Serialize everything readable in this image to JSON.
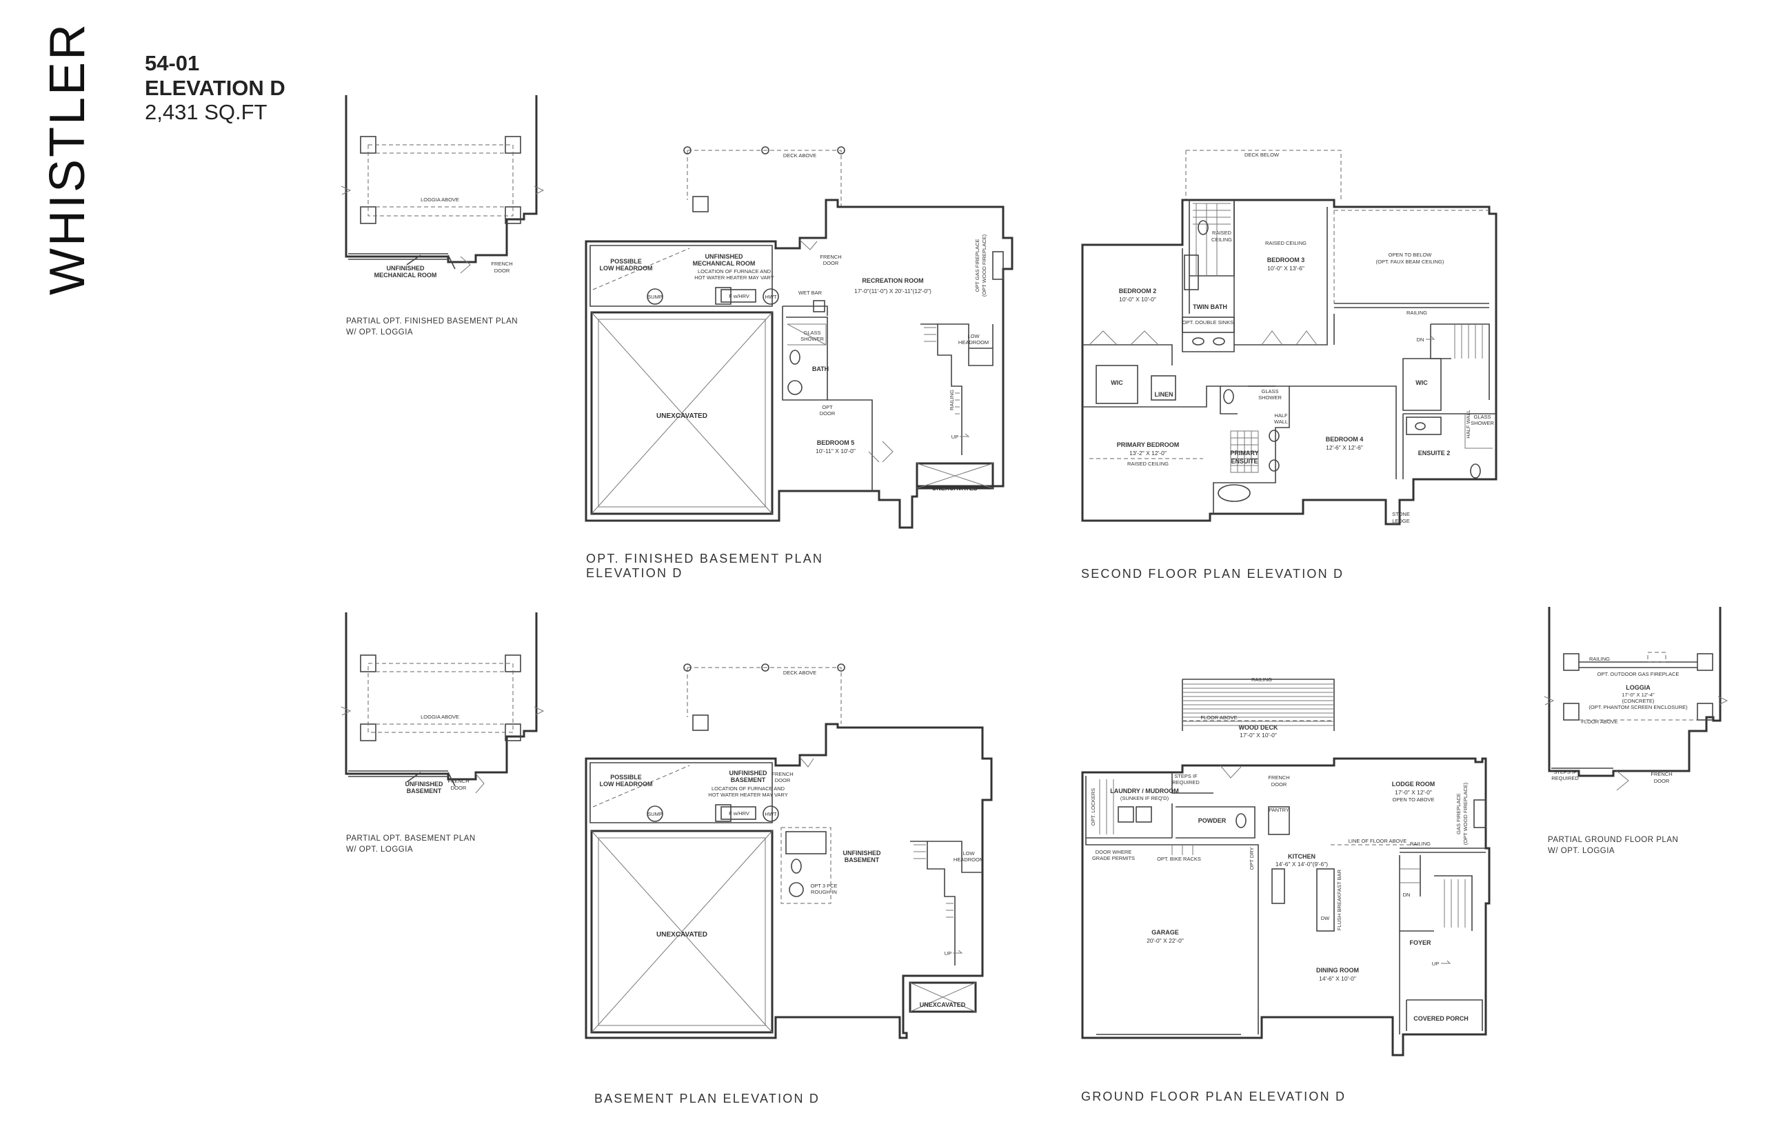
{
  "header": {
    "brand": "WHISTLER",
    "model_code": "54-01",
    "elevation": "ELEVATION D",
    "area": "2,431 SQ.FT"
  },
  "captions": {
    "opt_finished_basement_line1": "OPT. FINISHED BASEMENT PLAN",
    "opt_finished_basement_line2": "ELEVATION D",
    "second_floor": "SECOND FLOOR PLAN ELEVATION D",
    "basement": "BASEMENT PLAN ELEVATION D",
    "ground_floor": "GROUND FLOOR PLAN ELEVATION D",
    "partial_opt_finished_line1": "PARTIAL OPT. FINISHED BASEMENT PLAN",
    "partial_opt_finished_line2": "W/ OPT. LOGGIA",
    "partial_opt_basement_line1": "PARTIAL OPT. BASEMENT PLAN",
    "partial_opt_basement_line2": "W/ OPT. LOGGIA",
    "partial_ground_line1": "PARTIAL GROUND FLOOR PLAN",
    "partial_ground_line2": "W/ OPT. LOGGIA"
  },
  "partial_finished": {
    "loggia_above": "LOGGIA ABOVE",
    "mech_line1": "UNFINISHED",
    "mech_line2": "MECHANICAL ROOM",
    "french_door_1": "FRENCH",
    "french_door_2": "DOOR"
  },
  "partial_basement": {
    "loggia_above": "LOGGIA ABOVE",
    "unfinished_line1": "UNFINISHED",
    "unfinished_line2": "BASEMENT",
    "french_door_1": "FRENCH",
    "french_door_2": "DOOR"
  },
  "partial_ground": {
    "railing": "RAILING",
    "fireplace": "OPT. OUTDOOR GAS FIREPLACE",
    "loggia": "LOGGIA",
    "loggia_dim": "17'-0\" X 12'-4\"",
    "loggia_mat": "(CONCRETE)",
    "loggia_opt": "(OPT. PHANTOM SCREEN ENCLOSURE)",
    "floor_above": "FLOOR ABOVE",
    "steps_1": "STEPS IF",
    "steps_2": "REQUIRED",
    "french_door_1": "FRENCH",
    "french_door_2": "DOOR"
  },
  "opt_finished_basement": {
    "deck_above": "DECK ABOVE",
    "low_headroom_1": "POSSIBLE",
    "low_headroom_2": "LOW HEADROOM",
    "mech_1": "UNFINISHED",
    "mech_2": "MECHANICAL ROOM",
    "mech_note_1": "LOCATION OF FURNACE AND",
    "mech_note_2": "HOT WATER HEATER MAY VARY",
    "sump": "SUMP",
    "hrv": "F w/HRV",
    "hwt": "HWT",
    "french_door_1": "FRENCH",
    "french_door_2": "DOOR",
    "rec_room": "RECREATION ROOM",
    "rec_dim": "17'-0\"(11'-0\") X 20'-11\"(12'-0\")",
    "opt_fireplace_1": "OPT GAS FIREPLACE",
    "opt_fireplace_2": "(OPT WOOD FIREPLACE)",
    "wet_bar": "WET BAR",
    "glass_shower_1": "GLASS",
    "glass_shower_2": "SHOWER",
    "bath": "BATH",
    "opt_door_1": "OPT",
    "opt_door_2": "DOOR",
    "low_headroom_b_1": "LOW",
    "low_headroom_b_2": "HEADROOM",
    "railing": "RAILING",
    "up": "UP",
    "unexcavated": "UNEXCAVATED",
    "bedroom5": "BEDROOM 5",
    "bedroom5_dim": "10'-11\" X 10'-0\"",
    "unexcavated_small": "UNEXCAVATED"
  },
  "basement_plan": {
    "deck_above": "DECK ABOVE",
    "low_headroom_1": "POSSIBLE",
    "low_headroom_2": "LOW HEADROOM",
    "unfinished_1": "UNFINISHED",
    "unfinished_2": "BASEMENT",
    "mech_note_1": "LOCATION OF FURNACE AND",
    "mech_note_2": "HOT WATER HEATER MAY VARY",
    "sump": "SUMP",
    "hrv": "F w/HRV",
    "hwt": "HWT",
    "french_door_1": "FRENCH",
    "french_door_2": "DOOR",
    "unfinished_main_1": "UNFINISHED",
    "unfinished_main_2": "BASEMENT",
    "opt_pce_1": "OPT 3 PCE",
    "opt_pce_2": "ROUGH-IN",
    "low_headroom_b_1": "LOW",
    "low_headroom_b_2": "HEADROOM",
    "up": "UP",
    "unexcavated": "UNEXCAVATED",
    "unexcavated_small": "UNEXCAVATED"
  },
  "second_floor": {
    "deck_below": "DECK BELOW",
    "raised_ceiling_1": "RAISED",
    "raised_ceiling_2": "CEILING",
    "raised_ceiling_b3": "RAISED CEILING",
    "bedroom3": "BEDROOM 3",
    "bedroom3_dim": "10'-0\" X 13'-6\"",
    "open_below_1": "OPEN TO BELOW",
    "open_below_2": "(OPT. FAUX BEAM CEILING)",
    "bedroom2": "BEDROOM 2",
    "bedroom2_dim": "10'-0\" X 10'-0\"",
    "twin_bath": "TWIN BATH",
    "opt_double_sinks": "OPT. DOUBLE SINKS",
    "railing": "RAILING",
    "dn": "DN",
    "wic_left": "WIC",
    "linen": "LINEN",
    "glass_shower_1": "GLASS",
    "glass_shower_2": "SHOWER",
    "half_wall_1": "HALF",
    "half_wall_2": "WALL",
    "wic_right": "WIC",
    "glass_shower_r_1": "GLASS",
    "glass_shower_r_2": "SHOWER",
    "half_wall_r": "HALF WALL",
    "primary_bedroom": "PRIMARY BEDROOM",
    "primary_dim": "13'-2\" X 12'-0\"",
    "primary_raised": "RAISED CEILING",
    "primary_ensuite_1": "PRIMARY",
    "primary_ensuite_2": "ENSUITE",
    "bedroom4": "BEDROOM 4",
    "bedroom4_dim": "12'-6\" X 12'-6\"",
    "ensuite2": "ENSUITE 2",
    "stone_ledge_1": "STONE",
    "stone_ledge_2": "LEDGE"
  },
  "ground_floor": {
    "railing": "RAILING",
    "floor_above": "FLOOR ABOVE",
    "wood_deck": "WOOD DECK",
    "wood_deck_dim": "17'-0\" X 10'-0\"",
    "steps_1": "STEPS IF",
    "steps_2": "REQUIRED",
    "opt_lockers": "OPT. LOCKERS",
    "laundry": "LAUNDRY / MUDROOM",
    "laundry_sub": "(SUNKEN IF REQ'D)",
    "french_door_1": "FRENCH",
    "french_door_2": "DOOR",
    "lodge_room": "LODGE ROOM",
    "lodge_dim": "17'-0\" X 12'-0\"",
    "lodge_open": "OPEN TO ABOVE",
    "gas_fireplace_1": "GAS FIREPLACE",
    "gas_fireplace_2": "(OPT WOOD FIREPLACE)",
    "powder": "POWDER",
    "pantry": "PANTRY",
    "door_note_1": "DOOR WHERE",
    "door_note_2": "GRADE PERMITS",
    "opt_bike_racks": "OPT. BIKE RACKS",
    "opt_dry": "OPT DRY",
    "kitchen": "KITCHEN",
    "kitchen_dim": "14'-6\" X 14'-0\"(9'-6\")",
    "flush_bar": "FLUSH BREAKFAST BAR",
    "line_floor_above": "LINE OF FLOOR ABOVE",
    "railing_2": "RAILING",
    "dn": "DN",
    "dw": "DW",
    "garage": "GARAGE",
    "garage_dim": "20'-0\" X 22'-0\"",
    "foyer": "FOYER",
    "up": "UP",
    "dining_room": "DINING ROOM",
    "dining_dim": "14'-6\" X 10'-0\"",
    "covered_porch": "COVERED PORCH"
  }
}
